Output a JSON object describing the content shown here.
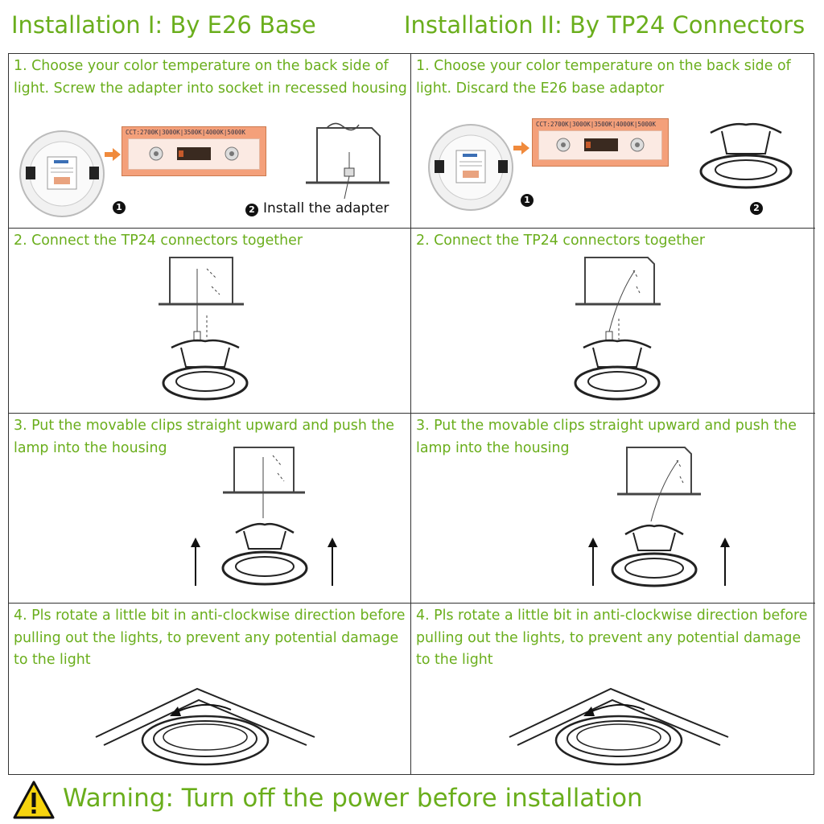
{
  "headers": {
    "left": "Installation I: By E26 Base",
    "right": "Installation II: By TP24 Connectors"
  },
  "steps": [
    {
      "left": "1. Choose your color temperature on the back side of light. Screw the adapter into socket in recessed housing",
      "right": "1. Choose your color temperature on the back side of light. Discard the E26 base adaptor"
    },
    {
      "left": "2. Connect the TP24 connectors together",
      "right": "2. Connect the TP24 connectors together"
    },
    {
      "left": "3. Put the movable clips straight upward and push the lamp into the housing",
      "right": "3. Put the movable clips straight upward and push the lamp into the housing"
    },
    {
      "left": "4. Pls rotate a little bit in anti-clockwise direction before pulling out the lights, to prevent any potential damage to the light",
      "right": "4. Pls rotate a little bit in anti-clockwise direction before pulling out the lights, to prevent any potential damage to the light"
    }
  ],
  "badges": {
    "one": "1",
    "two": "2"
  },
  "install_adapter_caption": "Install the adapter",
  "cct_label": "CCT:2700K|3000K|3500K|4000K|5000K",
  "warning": "Warning: Turn off the power before installation",
  "colors": {
    "accent": "#6aae1c",
    "warning_yellow": "#f6d40e"
  }
}
